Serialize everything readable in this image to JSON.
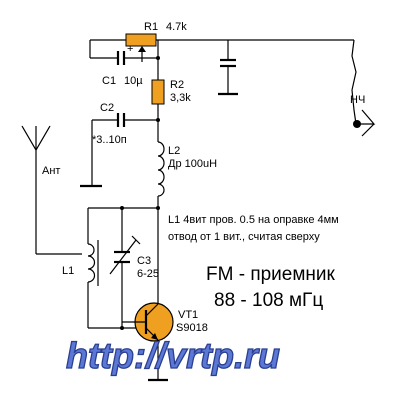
{
  "components": {
    "r1": {
      "ref": "R1",
      "value": "4.7k"
    },
    "r2": {
      "ref": "R2",
      "value": "3,3k"
    },
    "c1": {
      "ref": "C1",
      "value": "10µ",
      "polarity": "+"
    },
    "c2": {
      "ref": "C2",
      "value": "*3..10п"
    },
    "c3": {
      "ref": "C3",
      "value": "6-25"
    },
    "l1": {
      "ref": "L1"
    },
    "l2": {
      "ref": "L2",
      "value": "Др 100uH"
    },
    "vt1": {
      "ref": "VT1",
      "value": "S9018"
    }
  },
  "antenna_label": "Ант",
  "output_label": "НЧ",
  "notes": {
    "line1": "L1 4вит пров. 0.5 на оправке 4мм",
    "line2": "отвод от 1 вит., считая сверху"
  },
  "title": {
    "line1": "FM - приемник",
    "line2": "88 - 108 мГц"
  },
  "watermark": "http://vrtp.ru",
  "colors": {
    "resistor_fill": "#f0a020",
    "watermark_fill": "#5b78d6",
    "watermark_stroke": "#2b3f8f"
  }
}
